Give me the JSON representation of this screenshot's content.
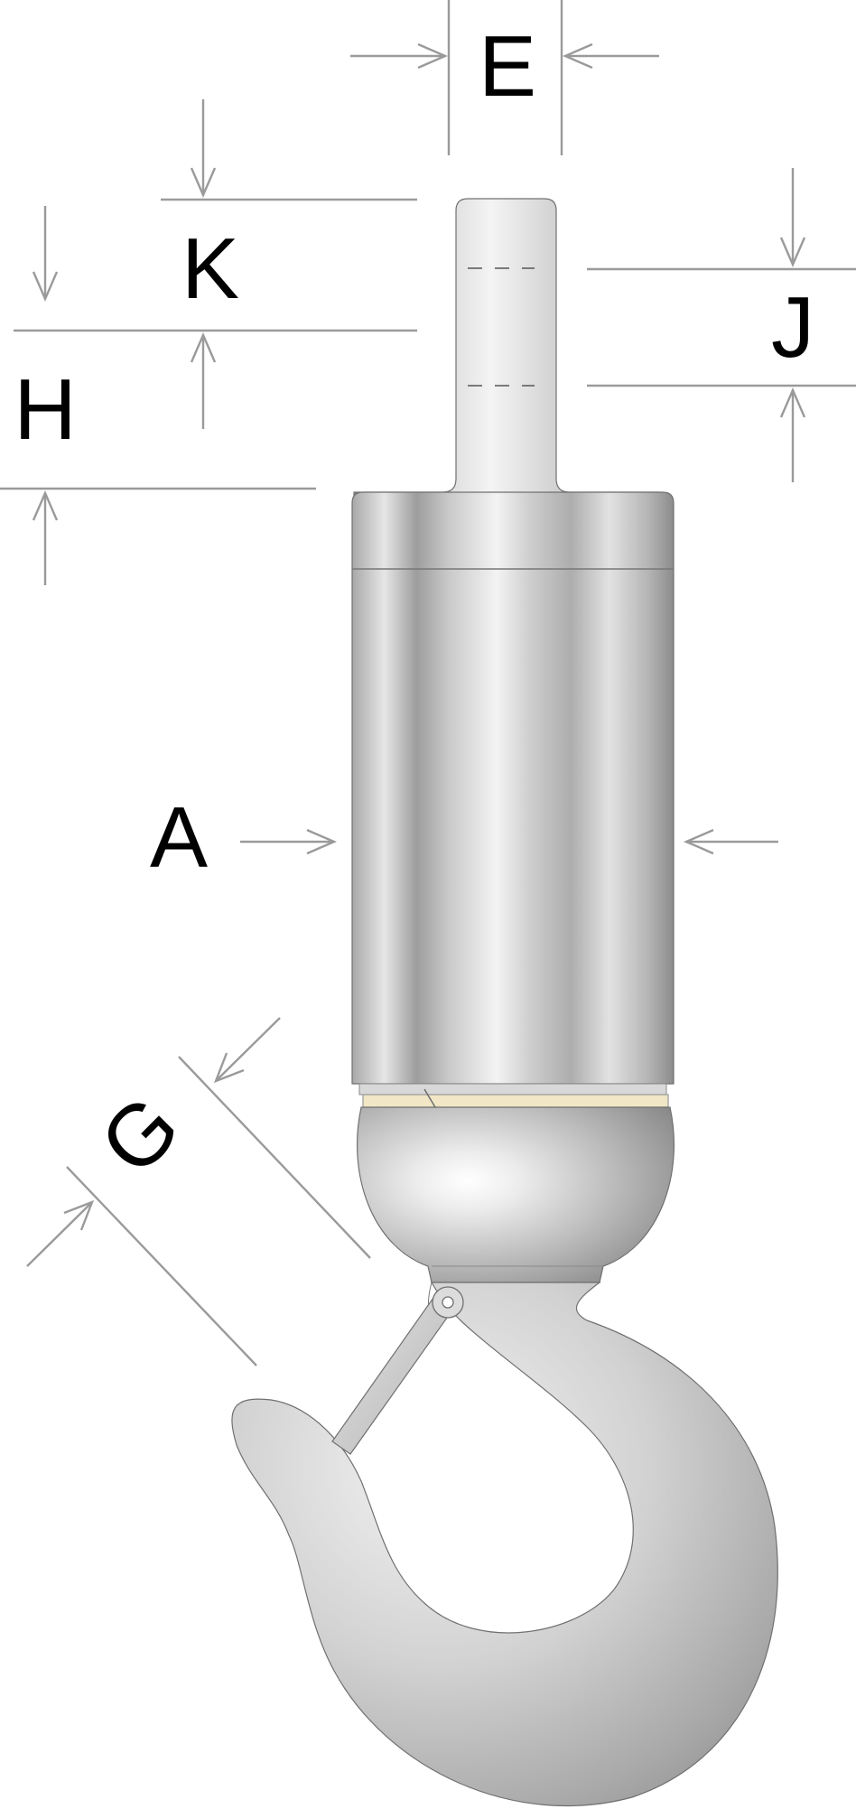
{
  "diagram": {
    "labels": {
      "A": "A",
      "E": "E",
      "G": "G",
      "H": "H",
      "J": "J",
      "K": "K"
    },
    "colors": {
      "metal_light": "#f2f2f2",
      "metal_mid": "#cfcfcf",
      "metal_dark": "#8e8e8e",
      "bearing_ring": "#f1e7c6",
      "dimension_lines": "#9a9a9a",
      "label_text": "#000000"
    }
  }
}
